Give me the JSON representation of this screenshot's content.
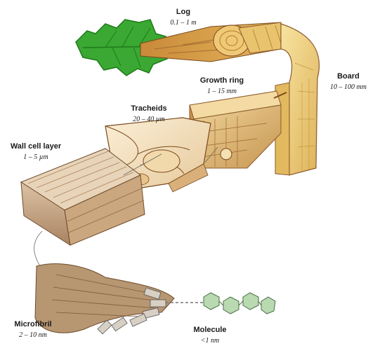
{
  "diagram": {
    "labels": {
      "log": {
        "name": "Log",
        "range": "0.1 – 1 m"
      },
      "board": {
        "name": "Board",
        "range": "10 – 100 mm"
      },
      "growth_ring": {
        "name": "Growth ring",
        "range": "1 – 15 mm"
      },
      "tracheids": {
        "name": "Tracheids",
        "range": "20 – 40 µm"
      },
      "wall_layer": {
        "name": "Wall cell layer",
        "range": "1 – 5 µm"
      },
      "microfibril": {
        "name": "Microfibril",
        "range": "2 – 10 nm"
      },
      "molecule": {
        "name": "Molecule",
        "range": "<1 nm"
      }
    },
    "colors": {
      "leaf": "#3aa832",
      "leaf_dark": "#1f7a1a",
      "bark": "#8b5a2b",
      "wood_light": "#f3dd93",
      "wood_mid": "#e2b95e",
      "wood_dark": "#b07c2a",
      "cell_wall": "#f5e4c4",
      "fibril": "#9a7a52",
      "molecule": "#b9d9b0"
    }
  }
}
